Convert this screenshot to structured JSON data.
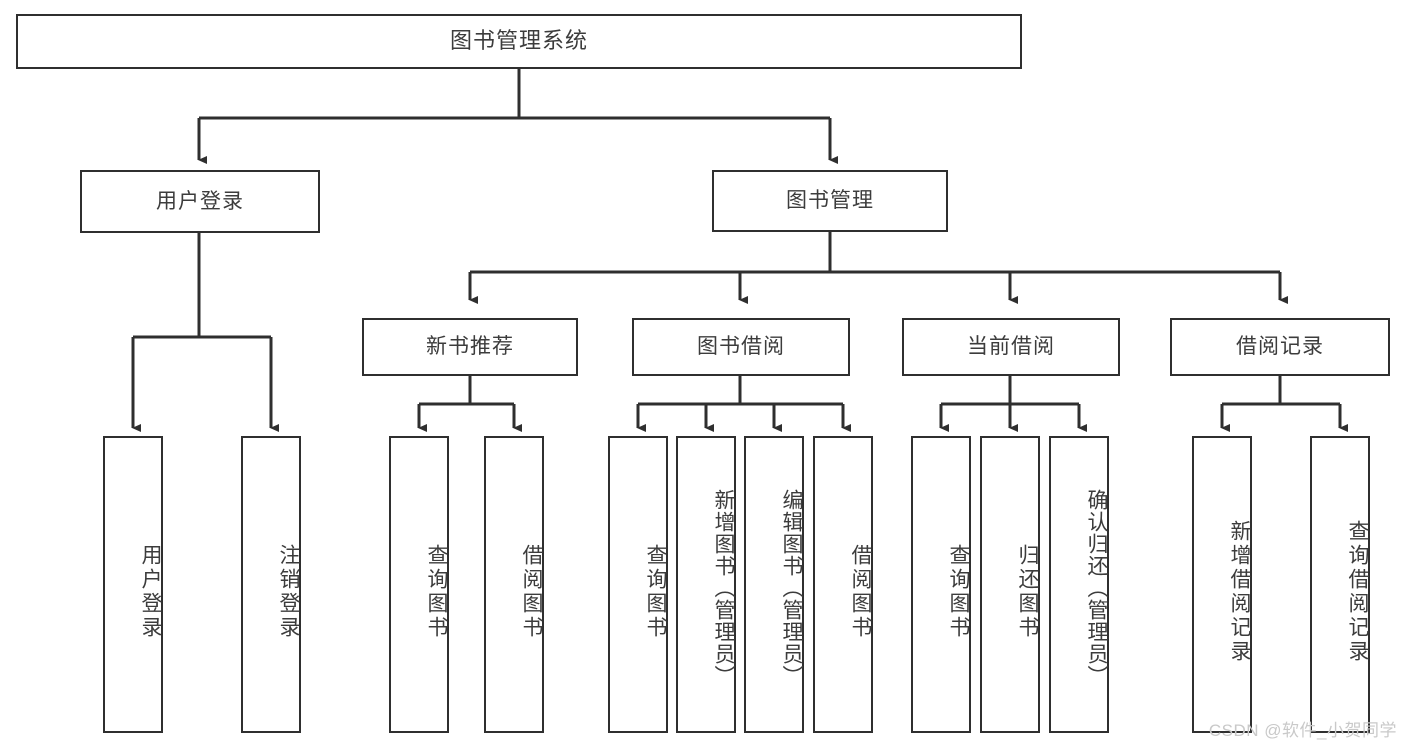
{
  "diagram": {
    "title": "图书管理系统",
    "root": {
      "label": "图书管理系统"
    },
    "level1": [
      {
        "label": "用户登录"
      },
      {
        "label": "图书管理"
      }
    ],
    "level2": [
      {
        "label": "新书推荐"
      },
      {
        "label": "图书借阅"
      },
      {
        "label": "当前借阅"
      },
      {
        "label": "借阅记录"
      }
    ],
    "leaves": {
      "user_login": [
        {
          "label": "用户登录"
        },
        {
          "label": "注销登录"
        }
      ],
      "new_book_recommend": [
        {
          "label": "查询图书"
        },
        {
          "label": "借阅图书"
        }
      ],
      "book_borrow": [
        {
          "label": "查询图书"
        },
        {
          "label": "新增图书（管理员）"
        },
        {
          "label": "编辑图书（管理员）"
        },
        {
          "label": "借阅图书"
        }
      ],
      "current_borrow": [
        {
          "label": "查询图书"
        },
        {
          "label": "归还图书"
        },
        {
          "label": "确认归还（管理员）"
        }
      ],
      "borrow_record": [
        {
          "label": "新增借阅记录"
        },
        {
          "label": "查询借阅记录"
        }
      ]
    }
  },
  "watermark": {
    "text": "CSDN @软件_小贺同学"
  },
  "colors": {
    "stroke": "#2f2f2f",
    "text": "#3c3c3c",
    "background": "#ffffff",
    "watermark": "#c9c9c9"
  }
}
